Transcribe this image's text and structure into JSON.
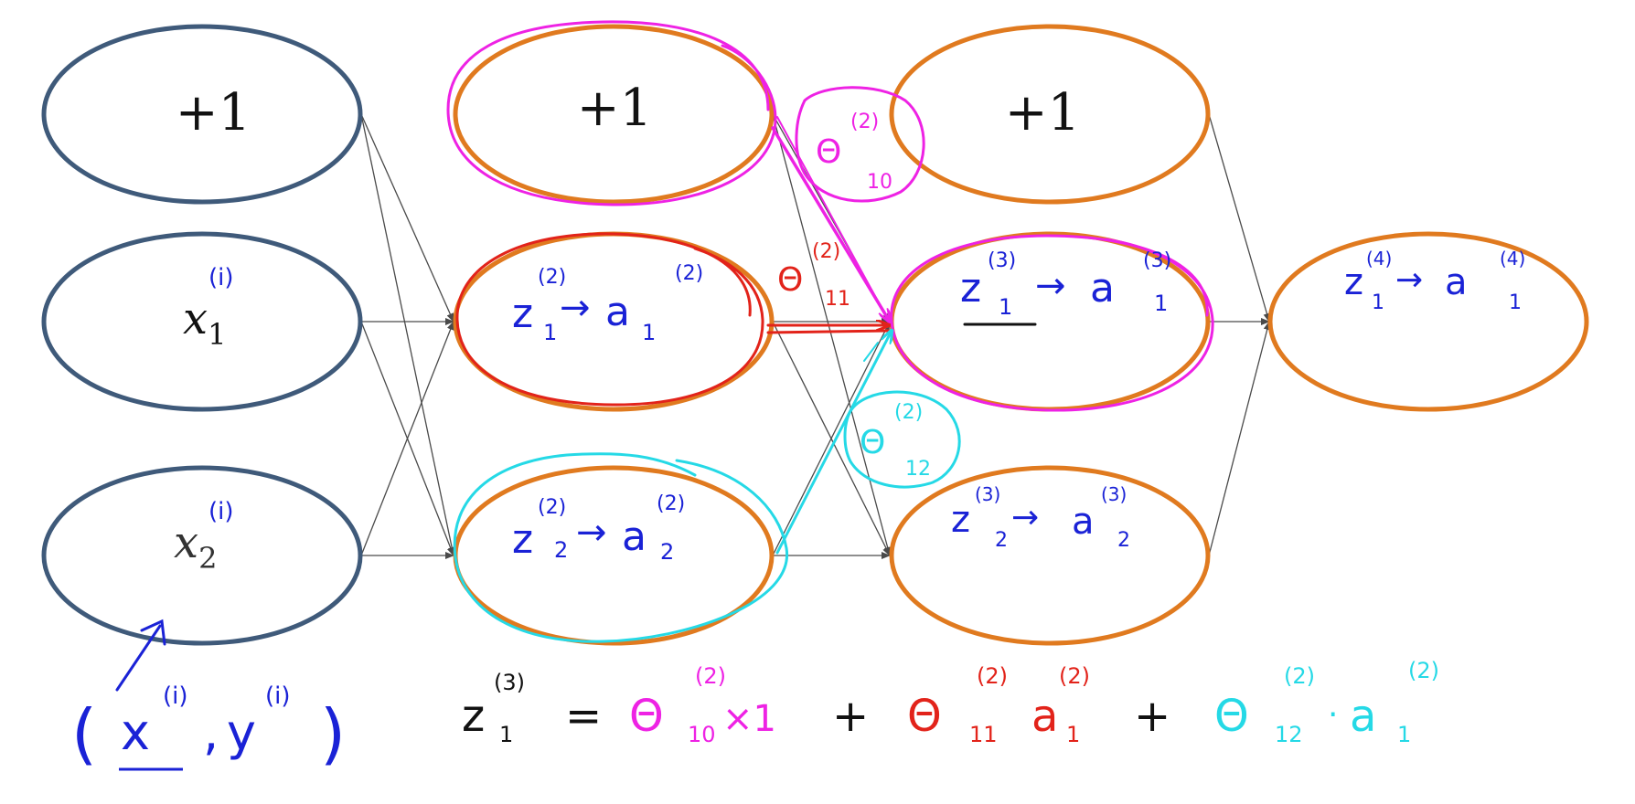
{
  "colors": {
    "input_node": "#3f5a7a",
    "node": "#e07a1f",
    "edge": "#4a4a4a",
    "blue_ink": "#1a22d6",
    "magenta_ink": "#ee22e4",
    "red_ink": "#e2231a",
    "cyan_ink": "#25d9e6",
    "black_ink": "#111111"
  },
  "input_layer": {
    "bias": {
      "text": "+1"
    },
    "x1": {
      "base": "x",
      "sub": "1",
      "sup": "(i)"
    },
    "x2": {
      "base": "x",
      "sub": "2",
      "sup": "(i)"
    }
  },
  "layer2": {
    "bias": {
      "text": "+1"
    },
    "unit1": {
      "z": "z",
      "z_sub": "1",
      "z_sup": "(2)",
      "arrow": "→",
      "a": "a",
      "a_sub": "1",
      "a_sup": "(2)"
    },
    "unit2": {
      "z": "z",
      "z_sub": "2",
      "z_sup": "(2)",
      "arrow": "→",
      "a": "a",
      "a_sub": "2",
      "a_sup": "(2)"
    }
  },
  "layer3": {
    "bias": {
      "text": "+1"
    },
    "unit1": {
      "z": "z",
      "z_sub": "1",
      "z_sup": "(3)",
      "arrow": "→",
      "a": "a",
      "a_sub": "1",
      "a_sup": "(3)"
    },
    "unit2": {
      "z": "z",
      "z_sub": "2",
      "z_sup": "(3)",
      "arrow": "→",
      "a": "a",
      "a_sub": "2",
      "a_sup": "(3)"
    }
  },
  "layer4": {
    "unit1": {
      "z": "z",
      "z_sub": "1",
      "z_sup": "(4)",
      "arrow": "→",
      "a": "a",
      "a_sub": "1",
      "a_sup": "(4)"
    }
  },
  "weight_labels": {
    "theta10": {
      "symbol": "Θ",
      "sup": "(2)",
      "sub": "10"
    },
    "theta11": {
      "symbol": "Θ",
      "sup": "(2)",
      "sub": "11"
    },
    "theta12": {
      "symbol": "Θ",
      "sup": "(2)",
      "sub": "12"
    }
  },
  "training_example": {
    "open": "(",
    "x": "x",
    "x_sup": "(i)",
    "comma": ",",
    "y": "y",
    "y_sup": "(i)",
    "close": ")"
  },
  "equation": {
    "lhs": "z",
    "lhs_sub": "1",
    "lhs_sup": "(3)",
    "equals": "=",
    "term1": {
      "symbol": "Θ",
      "sup": "(2)",
      "sub": "10",
      "factor": "×1"
    },
    "plus1": "+",
    "term2": {
      "symbol": "Θ",
      "sup": "(2)",
      "sub": "11",
      "factor": "a",
      "factor_sub": "1",
      "factor_sup": "(2)"
    },
    "plus2": "+",
    "term3": {
      "symbol": "Θ",
      "sup": "(2)",
      "sub": "12",
      "dot": "·",
      "factor": "a",
      "factor_sub": "1",
      "factor_sup": "(2)"
    }
  }
}
